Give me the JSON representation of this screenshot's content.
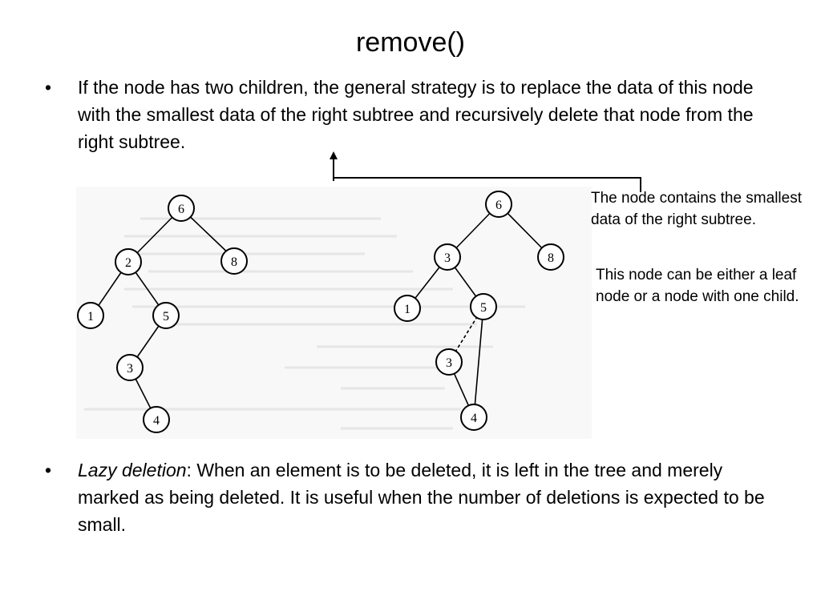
{
  "slide": {
    "title": "remove()",
    "bullet_symbol": "•",
    "bullet1": "If the node has two children, the general strategy is to replace the data of this node with the smallest data of the right subtree and recursively delete that node from the right subtree.",
    "bullet2_emphasis": "Lazy deletion",
    "bullet2_rest": ": When an element is to be deleted, it is left in the tree and merely marked as being deleted. It is useful when the number of deletions is expected to be small.",
    "callout1": "The node contains the smallest data of the right subtree.",
    "callout2": "This node can be either a leaf node or a node with one child."
  },
  "figure": {
    "left_tree": {
      "nodes": [
        "6",
        "2",
        "8",
        "1",
        "5",
        "3",
        "4"
      ]
    },
    "right_tree": {
      "nodes": [
        "6",
        "3",
        "8",
        "1",
        "5",
        "3",
        "4"
      ]
    }
  }
}
